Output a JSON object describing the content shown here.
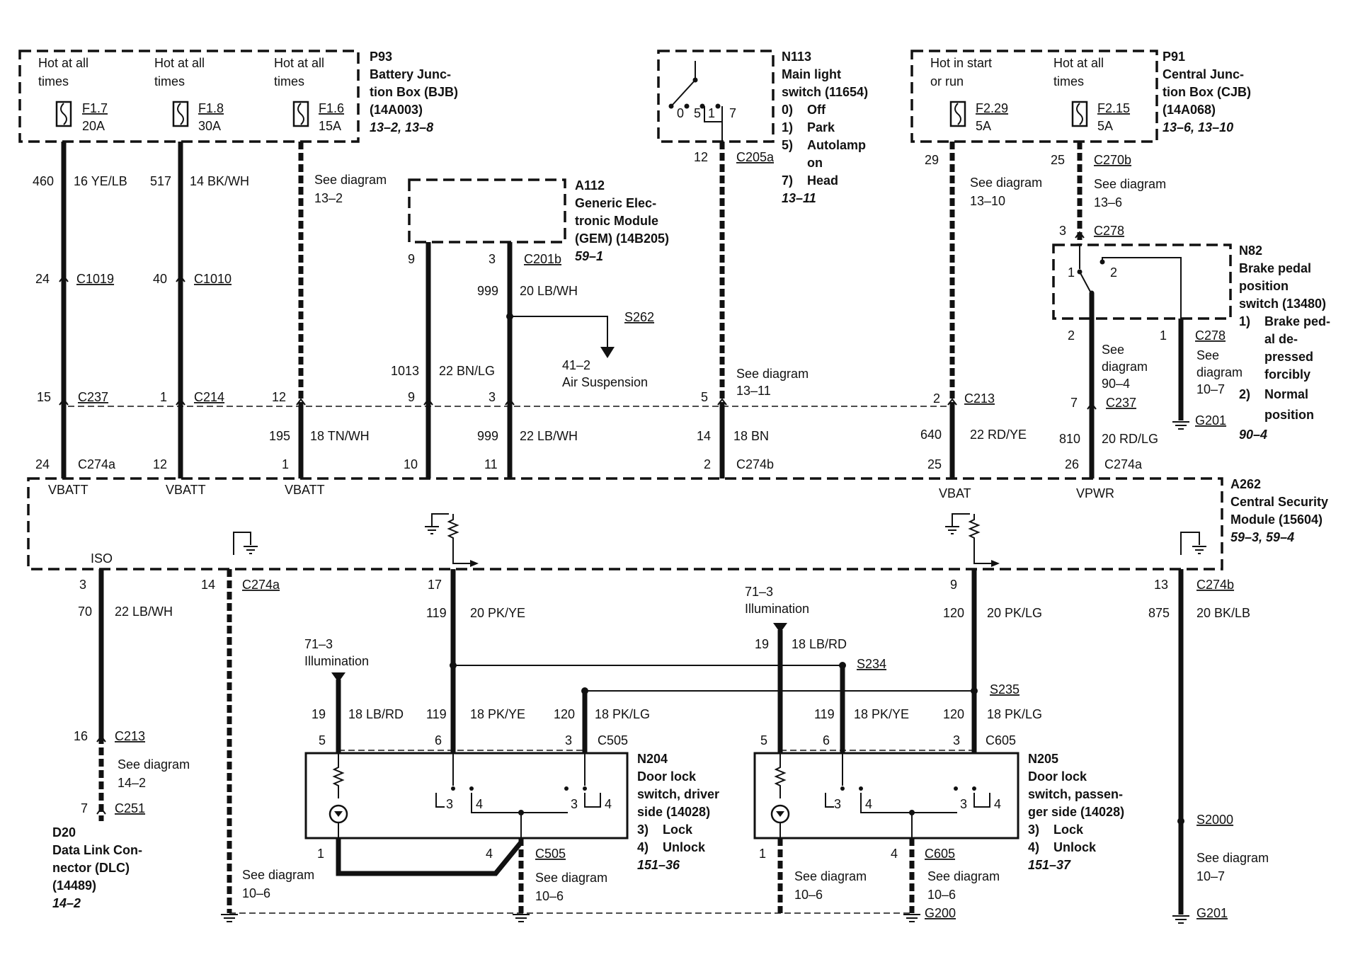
{
  "components": {
    "p93": {
      "id": "P93",
      "lines": [
        "Battery Junc-",
        "tion Box (BJB)",
        "(14A003)"
      ],
      "refs": "13–2, 13–8",
      "fuses": [
        {
          "hot": [
            "Hot at all",
            "times"
          ],
          "name": "F1.7",
          "amp": "20A"
        },
        {
          "hot": [
            "Hot at all",
            "times"
          ],
          "name": "F1.8",
          "amp": "30A"
        },
        {
          "hot": [
            "Hot at all",
            "times"
          ],
          "name": "F1.6",
          "amp": "15A"
        }
      ]
    },
    "a112": {
      "id": "A112",
      "lines": [
        "Generic Elec-",
        "tronic Module",
        "(GEM) (14B205)"
      ],
      "refs": "59–1"
    },
    "n113": {
      "id": "N113",
      "lines": [
        "Main light",
        "switch (11654)"
      ],
      "pins": [
        "0",
        "5",
        "1",
        "7"
      ],
      "modes": [
        [
          "0)",
          "Off"
        ],
        [
          "1)",
          "Park"
        ],
        [
          "5)",
          "Autolamp"
        ],
        [
          "",
          "on"
        ],
        [
          "7)",
          "Head"
        ]
      ],
      "refs": "13–11"
    },
    "p91": {
      "id": "P91",
      "lines": [
        "Central Junc-",
        "tion Box (CJB)",
        "(14A068)"
      ],
      "refs": "13–6, 13–10",
      "fuses": [
        {
          "hot": [
            "Hot in start",
            "or run"
          ],
          "name": "F2.29",
          "amp": "5A"
        },
        {
          "hot": [
            "Hot at all",
            "times"
          ],
          "name": "F2.15",
          "amp": "5A"
        }
      ]
    },
    "n82": {
      "id": "N82",
      "lines": [
        "Brake pedal",
        "position",
        "switch (13480)"
      ],
      "pins": [
        "1",
        "2"
      ],
      "modes": [
        [
          "1)",
          "Brake ped-"
        ],
        [
          "",
          "al de-"
        ],
        [
          "",
          "pressed"
        ],
        [
          "",
          "forcibly"
        ],
        [
          "2)",
          "Normal"
        ],
        [
          "",
          "position"
        ]
      ],
      "refs": "90–4"
    },
    "a262": {
      "id": "A262",
      "lines": [
        "Central Security",
        "Module (15604)"
      ],
      "refs": "59–3, 59–4",
      "pins": [
        "VBATT",
        "VBATT",
        "VBATT",
        "VBAT",
        "VPWR",
        "ISO"
      ]
    },
    "n204": {
      "id": "N204",
      "lines": [
        "Door lock",
        "switch, driver",
        "side (14028)"
      ],
      "modes": [
        [
          "3)",
          "Lock"
        ],
        [
          "4)",
          "Unlock"
        ]
      ],
      "refs": "151–36"
    },
    "n205": {
      "id": "N205",
      "lines": [
        "Door lock",
        "switch, passen-",
        "ger side (14028)"
      ],
      "modes": [
        [
          "3)",
          "Lock"
        ],
        [
          "4)",
          "Unlock"
        ]
      ],
      "refs": "151–37"
    },
    "d20": {
      "id": "D20",
      "lines": [
        "Data Link Con-",
        "nector (DLC)",
        "(14489)"
      ],
      "refs": "14–2"
    }
  },
  "connectors": {
    "c1019": "C1019",
    "c1010": "C1010",
    "c237": "C237",
    "c214": "C214",
    "c274a": "C274a",
    "c274b": "C274b",
    "c201b": "C201b",
    "c205a": "C205a",
    "c213": "C213",
    "c270b": "C270b",
    "c278": "C278",
    "c505": "C505",
    "c605": "C605",
    "c251": "C251",
    "s262": "S262",
    "s234": "S234",
    "s235": "S235",
    "s2000": "S2000",
    "g200": "G200",
    "g201": "G201"
  },
  "wires": [
    {
      "circuit": "460",
      "spec": "16 YE/LB"
    },
    {
      "circuit": "517",
      "spec": "14 BK/WH"
    },
    {
      "circuit": "999",
      "spec": "20 LB/WH"
    },
    {
      "circuit": "1013",
      "spec": "22 BN/LG"
    },
    {
      "circuit": "195",
      "spec": "18 TN/WH"
    },
    {
      "circuit": "999",
      "spec": "22 LB/WH"
    },
    {
      "circuit": "14",
      "spec": "18 BN"
    },
    {
      "circuit": "640",
      "spec": "22 RD/YE"
    },
    {
      "circuit": "810",
      "spec": "20 RD/LG"
    },
    {
      "circuit": "70",
      "spec": "22 LB/WH"
    },
    {
      "circuit": "119",
      "spec": "20 PK/YE"
    },
    {
      "circuit": "120",
      "spec": "20 PK/LG"
    },
    {
      "circuit": "875",
      "spec": "20 BK/LB"
    },
    {
      "circuit": "19",
      "spec": "18 LB/RD"
    },
    {
      "circuit": "119",
      "spec": "18 PK/YE"
    },
    {
      "circuit": "120",
      "spec": "18 PK/LG"
    },
    {
      "circuit": "12",
      "spec": ""
    },
    {
      "circuit": "29",
      "spec": ""
    },
    {
      "circuit": "25",
      "spec": ""
    }
  ],
  "refs": {
    "see_13_2": [
      "See diagram",
      "13–2"
    ],
    "see_13_10": [
      "See diagram",
      "13–10"
    ],
    "see_13_6": [
      "See diagram",
      "13–6"
    ],
    "see_13_11": [
      "See diagram",
      "13–11"
    ],
    "see_90_4": [
      "See",
      "diagram",
      "90–4"
    ],
    "see_10_7a": [
      "See",
      "diagram",
      "10–7"
    ],
    "see_14_2": [
      "See diagram",
      "14–2"
    ],
    "see_10_6": [
      "See diagram",
      "10–6"
    ],
    "see_10_7b": [
      "See diagram",
      "10–7"
    ],
    "air": [
      "41–2",
      "Air Suspension"
    ],
    "illum": [
      "71–3",
      "Illumination"
    ]
  },
  "pin_numbers": {
    "p24a": "24",
    "p40": "40",
    "p15": "15",
    "p1": "1",
    "p12a": "12",
    "p24b": "24",
    "p12b": "12",
    "p1b": "1",
    "p9": "9",
    "p3": "3",
    "p10": "10",
    "p11": "11",
    "p5": "5",
    "p2": "2",
    "p14c": "14",
    "p2b": "2",
    "p29": "29",
    "p25": "25",
    "p3b": "3",
    "p2c": "2",
    "p1c": "1",
    "p7": "7",
    "p26": "26",
    "p25b": "25",
    "p3c": "3",
    "p14": "14",
    "p17": "17",
    "p9b": "9",
    "p13": "13",
    "p16": "16",
    "p7b": "7",
    "p12c": "12",
    "p5b": "5",
    "p6": "6",
    "p3d": "3",
    "p1d": "1",
    "p4": "4",
    "p5c": "5",
    "p6b": "6",
    "p3e": "3",
    "p1e": "1",
    "p4b": "4"
  }
}
